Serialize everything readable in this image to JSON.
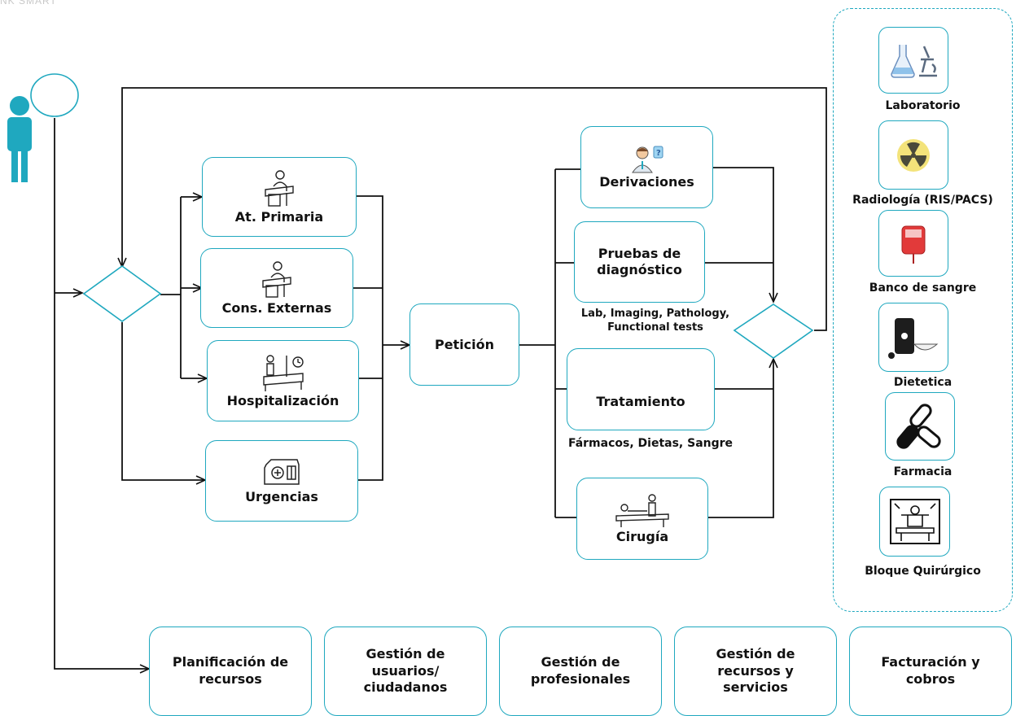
{
  "watermark": "NK SMART",
  "accent_color": "#1fa8bf",
  "actor": {
    "icon": "person-icon"
  },
  "services": [
    {
      "label": "At. Primaria",
      "icon": "doctor-desk-icon"
    },
    {
      "label": "Cons. Externas",
      "icon": "doctor-desk-icon"
    },
    {
      "label": "Hospitalización",
      "icon": "hospital-bed-icon"
    },
    {
      "label": "Urgencias",
      "icon": "ambulance-icon"
    }
  ],
  "request": {
    "label": "Petición"
  },
  "outcomes": [
    {
      "label": "Derivaciones",
      "icon": "doctor-referral-icon",
      "caption": ""
    },
    {
      "label": "Pruebas de\ndiagnóstico",
      "icon": "",
      "caption": "Lab, Imaging, Pathology,\nFunctional tests"
    },
    {
      "label": "Tratamiento",
      "icon": "",
      "caption": "Fármacos, Dietas, Sangre"
    },
    {
      "label": "Cirugía",
      "icon": "surgery-bed-icon",
      "caption": ""
    }
  ],
  "departments": [
    {
      "label": "Laboratorio",
      "icon": "lab-microscope-icon"
    },
    {
      "label": "Radiología (RIS/PACS)",
      "icon": "radiation-icon"
    },
    {
      "label": "Banco de sangre",
      "icon": "blood-bag-icon"
    },
    {
      "label": "Dietetica",
      "icon": "diet-icon"
    },
    {
      "label": "Farmacia",
      "icon": "pills-icon"
    },
    {
      "label": "Bloque Quirúrgico",
      "icon": "operating-room-icon"
    }
  ],
  "management": [
    {
      "label": "Planificación de\nrecursos"
    },
    {
      "label": "Gestión de\nusuarios/\nciudadanos"
    },
    {
      "label": "Gestión de\nprofesionales"
    },
    {
      "label": "Gestión de\nrecursos y\nservicios"
    },
    {
      "label": "Facturación y\ncobros"
    }
  ]
}
